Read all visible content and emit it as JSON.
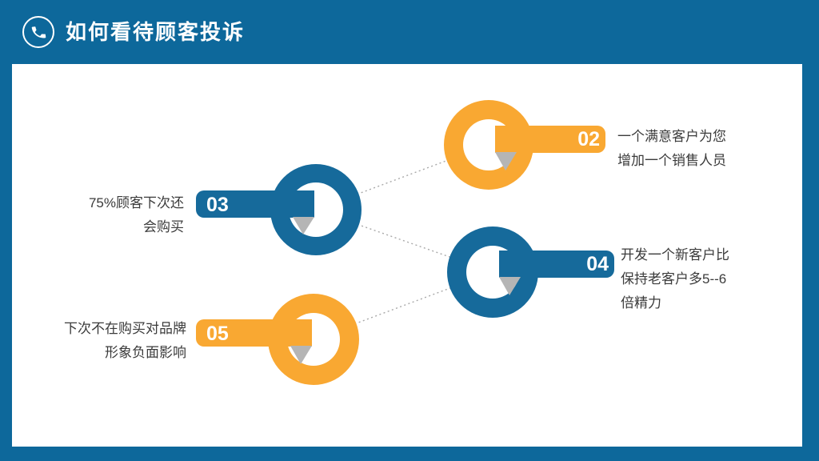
{
  "slide": {
    "title": "如何看待顾客投诉",
    "header_icon": "phone-icon"
  },
  "colors": {
    "frame_blue": "#0D689B",
    "node_blue": "#166A9B",
    "node_orange": "#F9A832",
    "fold_gray": "#B5B5B5",
    "connector_gray": "#A9A9A9",
    "text_dark": "#3B3B3B",
    "number_text": "#FFFFFF"
  },
  "nodes": [
    {
      "number": "02",
      "color": "orange",
      "side": "right",
      "lines": [
        "一个满意客户为您",
        "增加一个销售人员"
      ]
    },
    {
      "number": "03",
      "color": "blue",
      "side": "left",
      "lines": [
        "75%顾客下次还",
        "会购买"
      ]
    },
    {
      "number": "04",
      "color": "blue",
      "side": "right",
      "lines": [
        "开发一个新客户比",
        "保持老客户多5--6",
        "倍精力"
      ]
    },
    {
      "number": "05",
      "color": "orange",
      "side": "left",
      "lines": [
        "下次不在购买对品牌",
        "形象负面影响"
      ]
    }
  ],
  "connectors": [
    {
      "from": "03",
      "to": "02"
    },
    {
      "from": "03",
      "to": "04"
    },
    {
      "from": "05",
      "to": "04"
    }
  ]
}
